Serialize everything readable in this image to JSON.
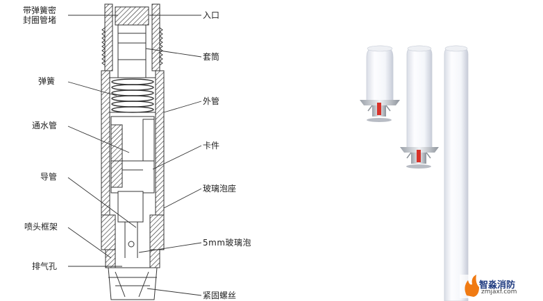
{
  "diagram": {
    "labels": {
      "spring_seal_plug_line1": "带弹簧密",
      "spring_seal_plug_line2": "封圈管堵",
      "inlet": "入口",
      "sleeve": "套筒",
      "spring": "弹簧",
      "outer_tube": "外管",
      "water_pipe": "通水管",
      "clip": "卡件",
      "guide_tube": "导管",
      "glass_bulb_seat": "玻璃泡座",
      "nozzle_frame": "喷头框架",
      "glass_bulb_5mm": "5mm玻璃泡",
      "vent_hole": "排气孔",
      "fastening_nut": "紧固螺丝"
    }
  },
  "watermark": {
    "name": "智淼消防",
    "url": "zmjaxf.com",
    "logo_color": "#f07a12"
  }
}
